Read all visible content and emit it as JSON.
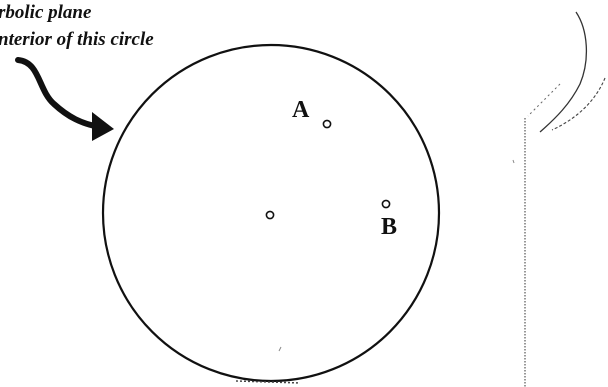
{
  "caption": {
    "line1": "rbolic plane",
    "line2": "nterior of this circle"
  },
  "points": {
    "a": {
      "label": "A"
    },
    "b": {
      "label": "B"
    }
  },
  "colors": {
    "ink": "#111111",
    "background": "#ffffff"
  }
}
